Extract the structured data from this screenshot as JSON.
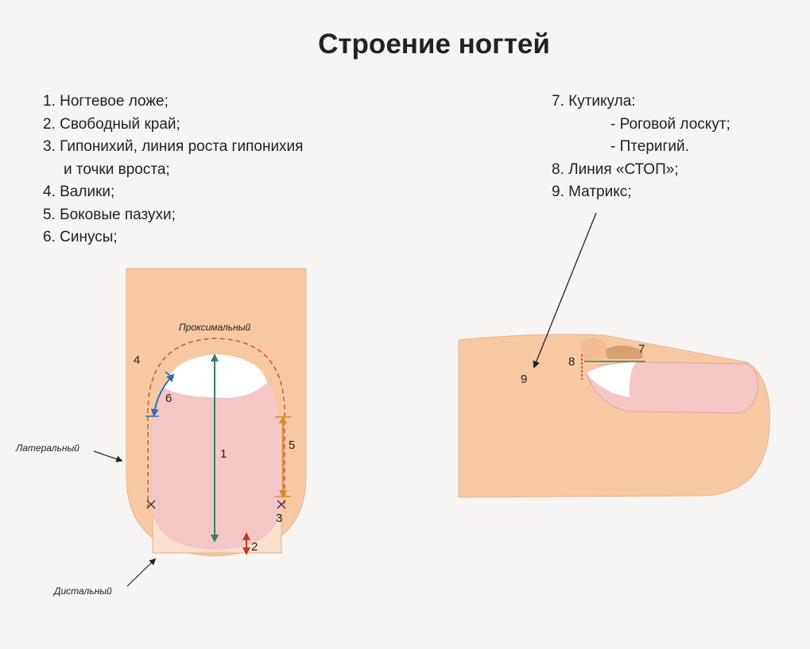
{
  "title": "Строение ногтей",
  "legend_left": [
    "1. Ногтевое ложе;",
    "2. Свободный край;",
    "3. Гипонихий, линия роста гипонихия",
    "и точки вроста;",
    "4. Валики;",
    "5. Боковые пазухи;",
    "6. Синусы;"
  ],
  "legend_right": [
    "7. Кутикула:",
    "- Роговой лоскут;",
    "- Птеригий.",
    "8. Линия «СТОП»;",
    "9. Матрикс;"
  ],
  "front_view": {
    "proximal": "Проксимальный",
    "lateral": "Латеральный",
    "distal": "Дистальный",
    "markers": [
      "1",
      "2",
      "3",
      "4",
      "5",
      "6"
    ]
  },
  "side_view": {
    "markers": [
      "7",
      "8",
      "9"
    ]
  },
  "colors": {
    "skin": "#f7c9a2",
    "nail_bed": "#f5c6c6",
    "dashed": "#c0504d",
    "arrow_green": "#3b7d62",
    "arrow_orange": "#d98a2b",
    "arrow_blue": "#2e6fb6"
  }
}
